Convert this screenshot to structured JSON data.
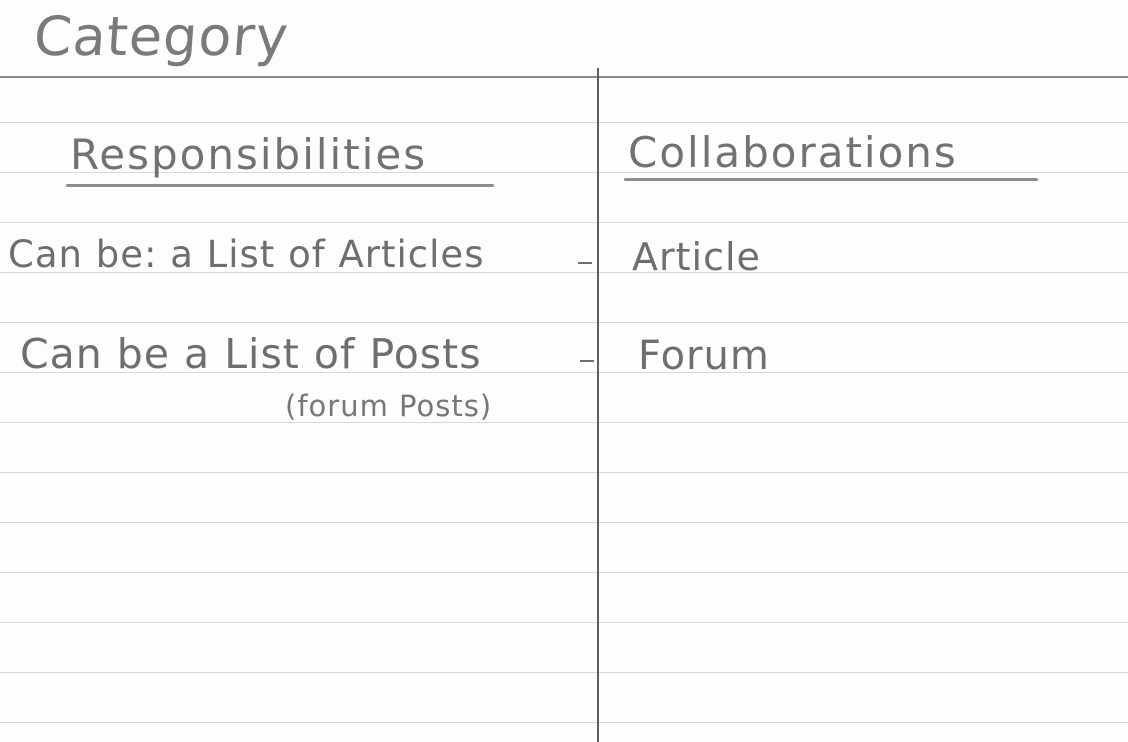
{
  "card": {
    "title": "Category",
    "columns": {
      "responsibilities_header": "Responsibilities",
      "collaborations_header": "Collaborations"
    },
    "responsibilities": [
      {
        "text": "Can be: a List of Articles",
        "note": ""
      },
      {
        "text": "Can be a List of Posts",
        "note": "(forum Posts)"
      }
    ],
    "collaborations": [
      {
        "text": "Article"
      },
      {
        "text": "Forum"
      }
    ]
  },
  "colors": {
    "paper": "#fdfdfc",
    "ink": "#6e6e6e",
    "ruled_lines": "#d9d9d9",
    "divider": "#5e5e5e"
  }
}
